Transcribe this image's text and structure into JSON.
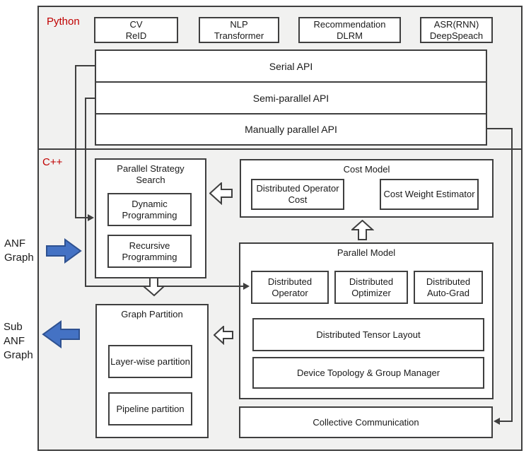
{
  "colors": {
    "frame_border": "#3f3f3f",
    "section_background": "#f1f1f0",
    "box_background": "#ffffff",
    "text": "#1a1a1a",
    "lang_label_red": "#c00000",
    "solid_arrow_blue_fill": "#4472c4",
    "solid_arrow_blue_stroke": "#2e5190",
    "hollow_arrow_fill": "#ffffff"
  },
  "python_section": {
    "label": "Python",
    "app_boxes": [
      {
        "line1": "CV",
        "line2": "ReID"
      },
      {
        "line1": "NLP",
        "line2": "Transformer"
      },
      {
        "line1": "Recommendation",
        "line2": "DLRM"
      },
      {
        "line1": "ASR(RNN)",
        "line2": "DeepSpeach"
      }
    ],
    "api_bars": [
      {
        "label": "Serial API"
      },
      {
        "label": "Semi-parallel API"
      },
      {
        "label": "Manually parallel API"
      }
    ]
  },
  "cpp_section": {
    "label": "C++",
    "parallel_strategy_search": {
      "title": "Parallel Strategy Search",
      "items": [
        {
          "label": "Dynamic Programming"
        },
        {
          "label": "Recursive Programming"
        }
      ]
    },
    "cost_model": {
      "title": "Cost Model",
      "items": [
        {
          "label": "Distributed Operator Cost"
        },
        {
          "label": "Cost Weight Estimator"
        }
      ]
    },
    "parallel_model": {
      "title": "Parallel Model",
      "row_items": [
        {
          "label": "Distributed Operator"
        },
        {
          "label": "Distributed Optimizer"
        },
        {
          "label": "Distributed Auto-Grad"
        }
      ],
      "wide_items": [
        {
          "label": "Distributed Tensor Layout"
        },
        {
          "label": "Device Topology & Group Manager"
        }
      ]
    },
    "graph_partition": {
      "title": "Graph Partition",
      "items": [
        {
          "label": "Layer-wise partition"
        },
        {
          "label": "Pipeline partition"
        }
      ]
    },
    "collective_communication": {
      "label": "Collective Communication"
    }
  },
  "side_labels": {
    "input_graph": {
      "line1": "ANF",
      "line2": "Graph"
    },
    "output_graph": {
      "line1": "Sub",
      "line2": "ANF",
      "line3": "Graph"
    }
  }
}
